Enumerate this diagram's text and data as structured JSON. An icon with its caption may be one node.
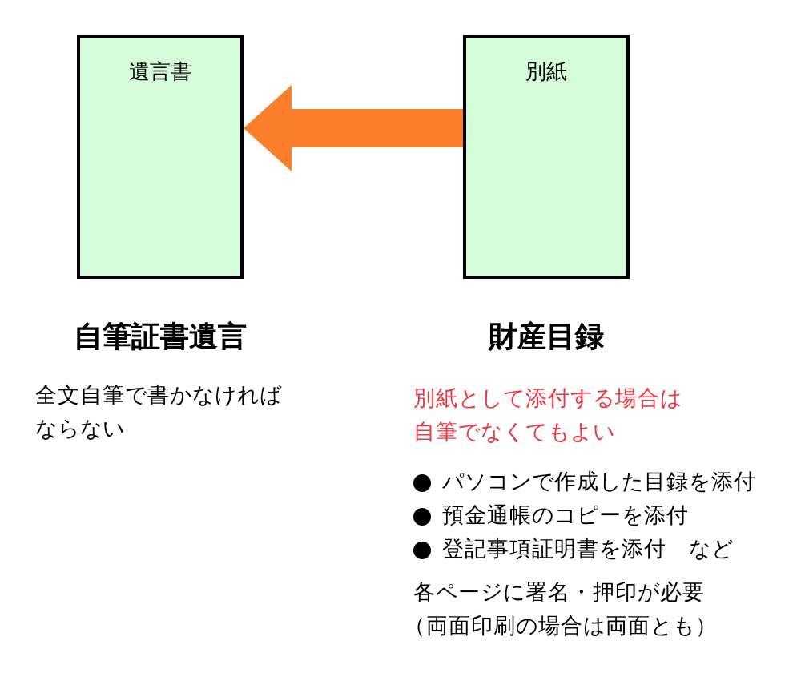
{
  "diagram": {
    "nodes": [
      {
        "text": [
          "遺言書"
        ],
        "beside": [
          "自筆証書遺言"
        ]
      },
      {
        "text": [
          "別紙"
        ],
        "beside": [
          "財産目録"
        ]
      }
    ],
    "edges": [
      {
        "from": 1,
        "to": 0,
        "arrow": "to",
        "color": "#fb7f2b"
      }
    ],
    "labels": [
      "全文自筆で書かなければ",
      "ならない",
      "別紙として添付する場合は",
      "自筆でなくてもよい",
      "パソコンで作成した目録を添付",
      "預金通帳のコピーを添付",
      "登記事項証明書を添付　など",
      "各ページに署名・押印が必要",
      "（両面印刷の場合は両面とも）"
    ]
  }
}
